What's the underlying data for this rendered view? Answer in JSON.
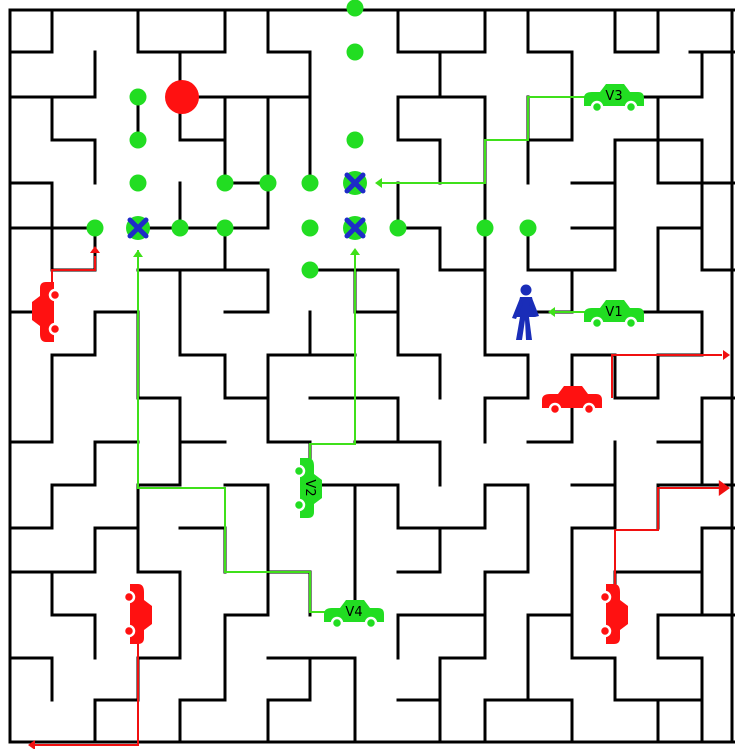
{
  "colors": {
    "wall": "#000000",
    "background": "#ffffff",
    "green_route": "#3fe01a",
    "green_marker": "#22dd22",
    "red_route": "#f01010",
    "red_vehicle": "#ff1111",
    "goal": "#ff1111",
    "blocked_marker": "#1d2cc8",
    "pedestrian": "#1a2db8"
  },
  "labeled_vehicles": [
    {
      "id": "V1",
      "label": "V1",
      "color": "green"
    },
    {
      "id": "V2",
      "label": "V2",
      "color": "green"
    },
    {
      "id": "V3",
      "label": "V3",
      "color": "green"
    },
    {
      "id": "V4",
      "label": "V4",
      "color": "green"
    }
  ],
  "unlabeled_vehicles_count": 4,
  "icons": {
    "goal": "red-circle-icon",
    "blocked": "blue-x-icon",
    "pedestrian": "pedestrian-icon",
    "route_arrow": "arrow-icon"
  }
}
